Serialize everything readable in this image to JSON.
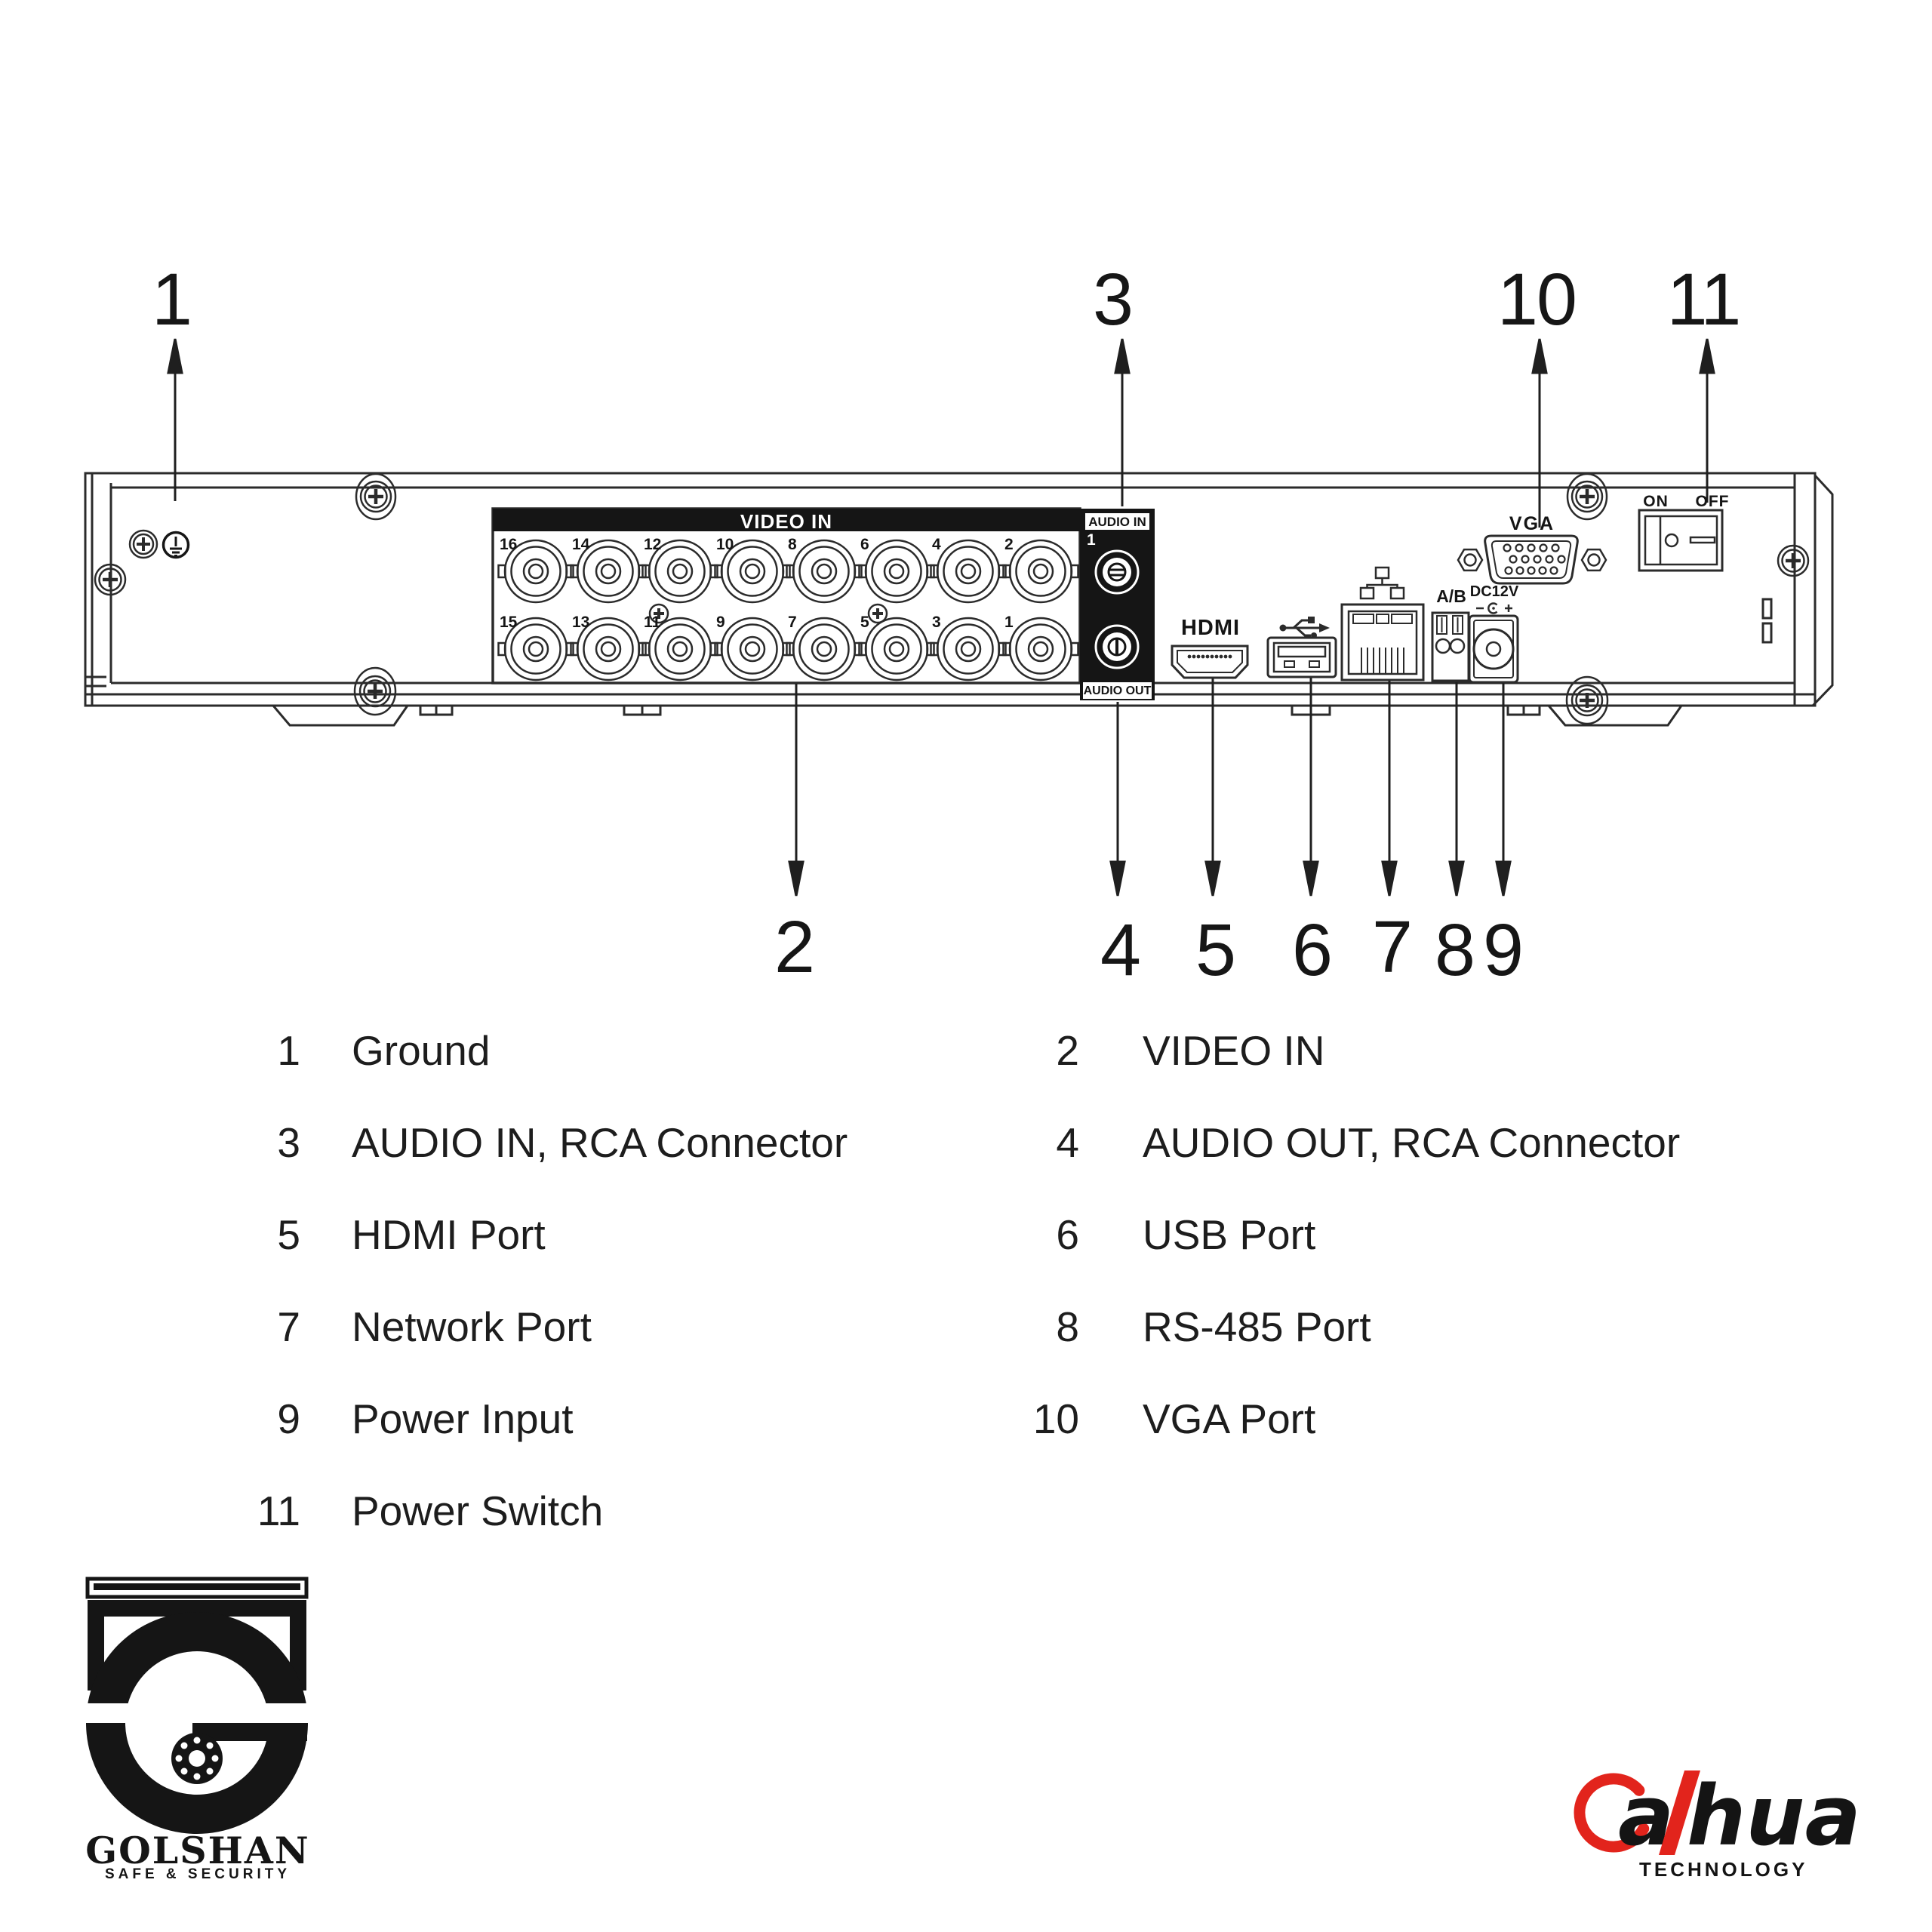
{
  "callouts": {
    "top": [
      "1",
      "3",
      "10",
      "11"
    ],
    "bottom": [
      "2",
      "4",
      "5",
      "6",
      "7",
      "8",
      "9"
    ]
  },
  "device": {
    "video_in": {
      "header": "VIDEO IN",
      "top_row": [
        "16",
        "14",
        "12",
        "10",
        "8",
        "6",
        "4",
        "2"
      ],
      "bottom_row": [
        "15",
        "13",
        "11",
        "9",
        "7",
        "5",
        "3",
        "1"
      ]
    },
    "audio_in_label": "AUDIO IN",
    "audio_in_channel": "1",
    "audio_out_label": "AUDIO OUT",
    "hdmi_label": "HDMI",
    "ab_label": "A/B",
    "dc_label": "DC12V",
    "vga_label": "VGA",
    "power_on": "ON",
    "power_off": "OFF"
  },
  "legend": {
    "left": [
      {
        "num": "1",
        "label": "Ground"
      },
      {
        "num": "3",
        "label": "AUDIO IN, RCA Connector"
      },
      {
        "num": "5",
        "label": "HDMI Port"
      },
      {
        "num": "7",
        "label": "Network Port"
      },
      {
        "num": "9",
        "label": "Power Input"
      },
      {
        "num": "11",
        "label": "Power Switch"
      }
    ],
    "right": [
      {
        "num": "2",
        "label": "VIDEO IN"
      },
      {
        "num": "4",
        "label": "AUDIO OUT, RCA Connector"
      },
      {
        "num": "6",
        "label": "USB Port"
      },
      {
        "num": "8",
        "label": "RS-485 Port"
      },
      {
        "num": "10",
        "label": "VGA Port"
      }
    ]
  },
  "logos": {
    "golshan": {
      "wordmark": "GOLSHAN",
      "tagline": "SAFE & SECURITY"
    },
    "dahua": {
      "a": "a",
      "rest": "hua",
      "tagline": "TECHNOLOGY",
      "brand_red": "#e2241c"
    }
  }
}
